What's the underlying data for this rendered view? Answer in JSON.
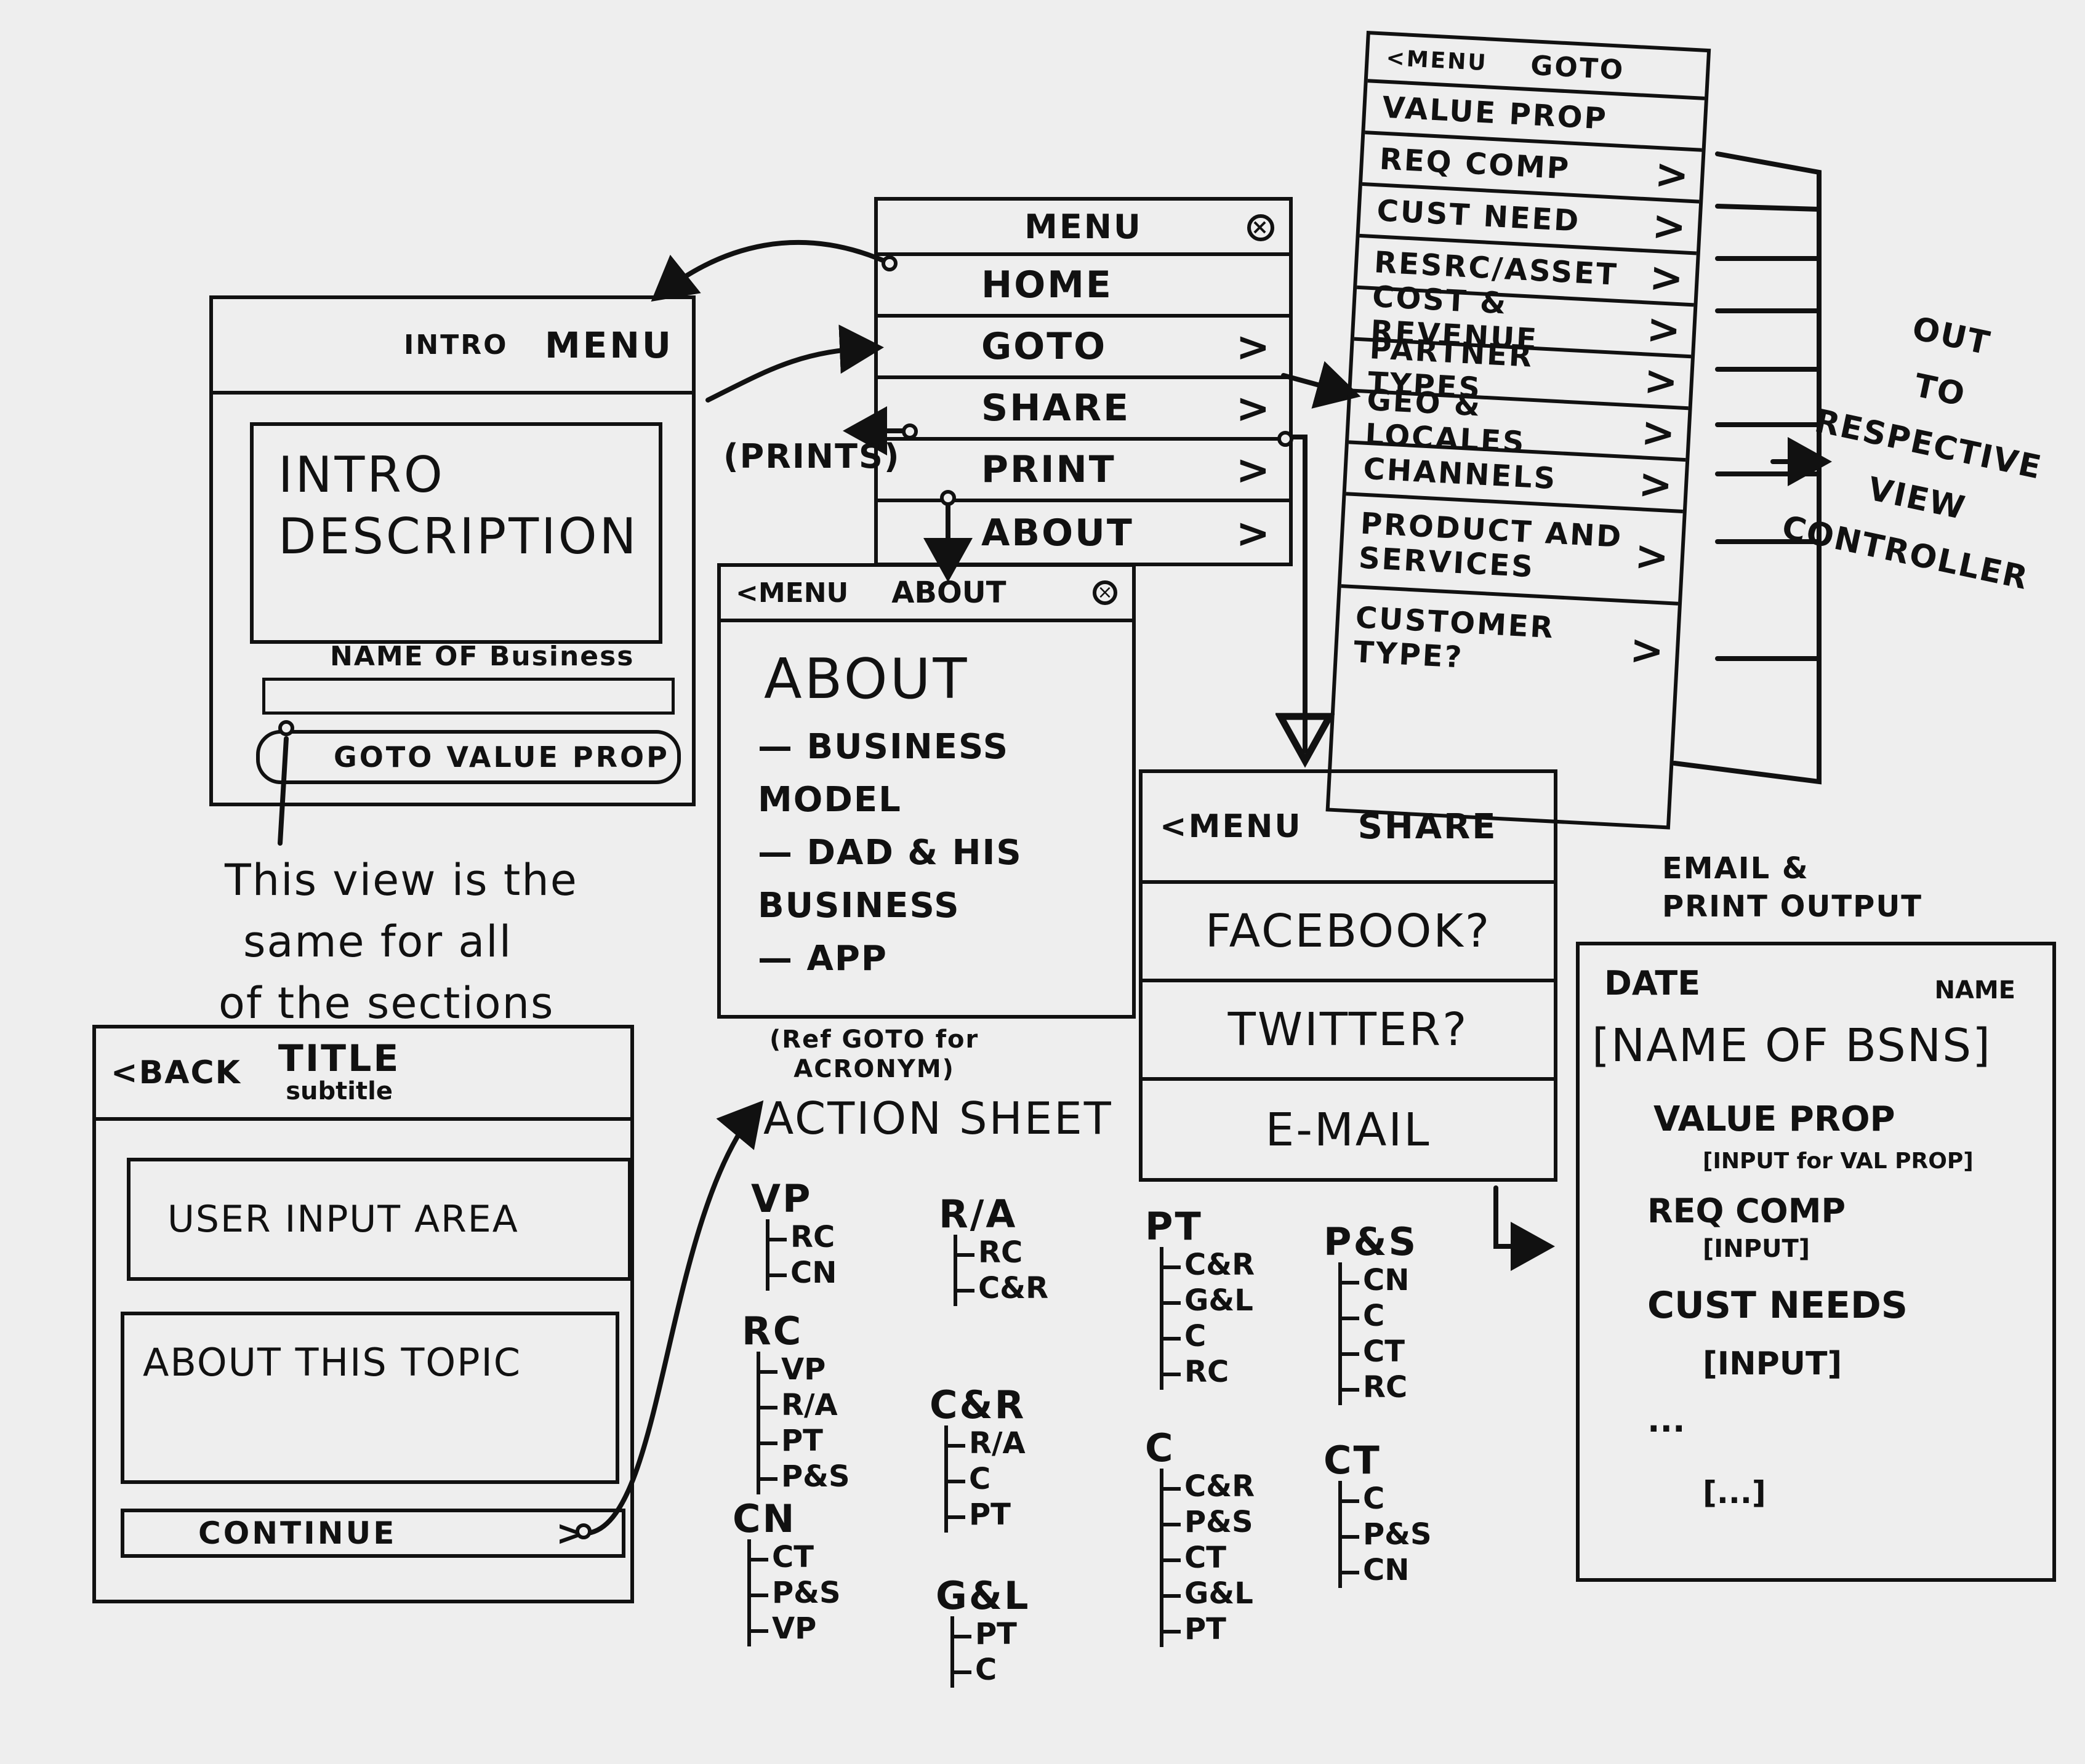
{
  "intro_screen": {
    "nav_title": "INTRO",
    "nav_menu": "MENU",
    "description": "INTRO DESCRIPTION",
    "business_label": "NAME OF Business",
    "goto_button": "GOTO VALUE PROP"
  },
  "note_same_view": [
    "This view is the",
    "same for all",
    "of the sections"
  ],
  "section_screen": {
    "back": "<BACK",
    "title": "TITLE",
    "subtitle": "subtitle",
    "user_input": "USER INPUT AREA",
    "about_topic": "ABOUT THIS TOPIC",
    "continue": "CONTINUE",
    "continue_chevron": ">"
  },
  "menu_screen": {
    "title": "MENU",
    "close_icon": "close-circle-icon",
    "items": [
      {
        "label": "HOME",
        "chevron": ""
      },
      {
        "label": "GOTO",
        "chevron": ">"
      },
      {
        "label": "SHARE",
        "chevron": ">"
      },
      {
        "label": "PRINT",
        "chevron": ">"
      },
      {
        "label": "ABOUT",
        "chevron": ">"
      }
    ]
  },
  "prints_label": "(PRINTS)",
  "about_screen": {
    "back": "<MENU",
    "title": "ABOUT",
    "heading": "ABOUT",
    "items": [
      "— BUSINESS MODEL",
      "— DAD & HIS BUSINESS",
      "— APP"
    ]
  },
  "ref_note": [
    "(Ref GOTO for",
    "ACRONYM)"
  ],
  "goto_screen": {
    "back": "<MENU",
    "title": "GOTO",
    "items": [
      {
        "label": "VALUE PROP",
        "chevron": ""
      },
      {
        "label": "REQ COMP",
        "chevron": ">"
      },
      {
        "label": "CUST NEED",
        "chevron": ">"
      },
      {
        "label": "RESRC/ASSET",
        "chevron": ">"
      },
      {
        "label": "COST & REVENUE",
        "chevron": ">"
      },
      {
        "label": "PARTNER TYPES",
        "chevron": ">"
      },
      {
        "label": "GEO & LOCALES",
        "chevron": ">"
      },
      {
        "label": "CHANNELS",
        "chevron": ">"
      },
      {
        "label": "PRODUCT AND SERVICES",
        "chevron": ">"
      },
      {
        "label": "CUSTOMER TYPE?",
        "chevron": ">"
      }
    ]
  },
  "out_note": [
    "OUT",
    "TO",
    "RESPECTIVE",
    "VIEW",
    "CONTROLLER"
  ],
  "share_screen": {
    "back": "<MENU",
    "title": "SHARE",
    "options": [
      "FACEBOOK?",
      "TWITTER?",
      "E-MAIL"
    ]
  },
  "email_print": {
    "caption": [
      "EMAIL &",
      "PRINT OUTPUT"
    ],
    "date": "DATE",
    "name": "NAME",
    "business": "[NAME OF BSNS]",
    "value_prop": "VALUE PROP",
    "value_prop_input": "[INPUT for VAL PROP]",
    "req_comp": "REQ COMP",
    "req_comp_input": "[INPUT]",
    "cust_needs": "CUST NEEDS",
    "cust_needs_input": "[INPUT]",
    "ellipsis": "...",
    "more": "[...]"
  },
  "action_sheet": {
    "title": "ACTION SHEET",
    "groups": [
      {
        "root": "VP",
        "children": [
          "RC",
          "CN"
        ]
      },
      {
        "root": "R/A",
        "children": [
          "RC",
          "C&R"
        ]
      },
      {
        "root": "PT",
        "children": [
          "C&R",
          "G&L",
          "C",
          "RC"
        ]
      },
      {
        "root": "P&S",
        "children": [
          "CN",
          "C",
          "CT",
          "RC"
        ]
      },
      {
        "root": "RC",
        "children": [
          "VP",
          "R/A",
          "PT",
          "P&S"
        ]
      },
      {
        "root": "C&R",
        "children": [
          "R/A",
          "C",
          "PT"
        ]
      },
      {
        "root": "C",
        "children": [
          "C&R",
          "P&S",
          "CT",
          "G&L",
          "PT"
        ]
      },
      {
        "root": "CT",
        "children": [
          "C",
          "P&S",
          "CN"
        ]
      },
      {
        "root": "CN",
        "children": [
          "CT",
          "P&S",
          "VP"
        ]
      },
      {
        "root": "G&L",
        "children": [
          "PT",
          "C"
        ]
      }
    ]
  }
}
